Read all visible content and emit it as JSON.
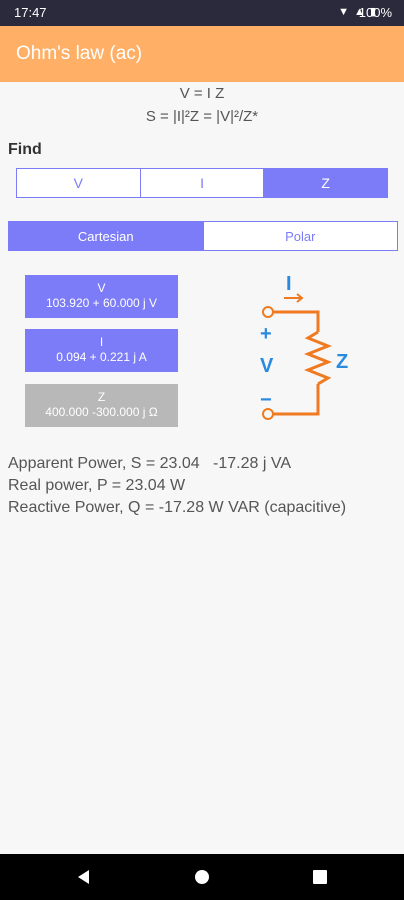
{
  "status": {
    "time": "17:47",
    "battery": "100%"
  },
  "app": {
    "title": "Ohm's law (ac)"
  },
  "formulas": {
    "line1": "V = I Z",
    "line2": "S = |I|²Z = |V|²/Z*"
  },
  "find": {
    "label": "Find",
    "options": [
      "V",
      "I",
      "Z"
    ],
    "selected": "Z"
  },
  "mode": {
    "options": [
      "Cartesian",
      "Polar"
    ],
    "selected": "Cartesian"
  },
  "values": {
    "v": {
      "label": "V",
      "value": "103.920 + 60.000 j V"
    },
    "i": {
      "label": "I",
      "value": "0.094 + 0.221 j A"
    },
    "z": {
      "label": "Z",
      "value": "400.000   -300.000 j Ω"
    }
  },
  "circuit": {
    "current_label": "I",
    "plus": "+",
    "voltage_label": "V",
    "minus": "−",
    "impedance_label": "Z"
  },
  "power": {
    "apparent": "Apparent Power, S = 23.04   -17.28 j VA",
    "real": "Real power, P = 23.04 W",
    "reactive": "Reactive Power, Q = -17.28 W VAR (capacitive)"
  },
  "colors": {
    "accent": "#7c7cf8",
    "app_bar": "#ffb066",
    "circuit_wire": "#f07a20",
    "circuit_label": "#2a8ae0"
  }
}
